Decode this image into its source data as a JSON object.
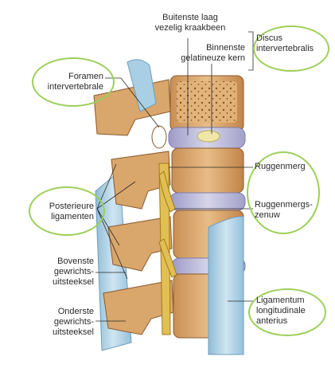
{
  "theme": {
    "highlight_color": "#9ccf5a",
    "bone_color": "#d9a66b",
    "disc_color": "#b9b8d8",
    "ligament_color": "#a9cfe4",
    "nerve_color": "#e2bf52"
  },
  "labels": {
    "outer_layer": [
      "Buitenste laag",
      "vezelig kraakbeen"
    ],
    "inner_core": [
      "Binnenste",
      "gelatineuze kern"
    ],
    "disc": [
      "Discus",
      "intervertebralis"
    ],
    "foramen": [
      "Foramen",
      "intervertebrale"
    ],
    "spinal_cord": [
      "Ruggenmerg"
    ],
    "spinal_nerve": [
      "Ruggenmergs-",
      "zenuw"
    ],
    "posterior_ligaments": [
      "Posterieure",
      "ligamenten"
    ],
    "superior_process": [
      "Bovenste",
      "gewrichts-",
      "uitsteeksel"
    ],
    "inferior_process": [
      "Onderste",
      "gewrichts-",
      "uitsteeksel"
    ],
    "anterior_ligament": [
      "Ligamentum",
      "longitudinale",
      "anterius"
    ]
  }
}
